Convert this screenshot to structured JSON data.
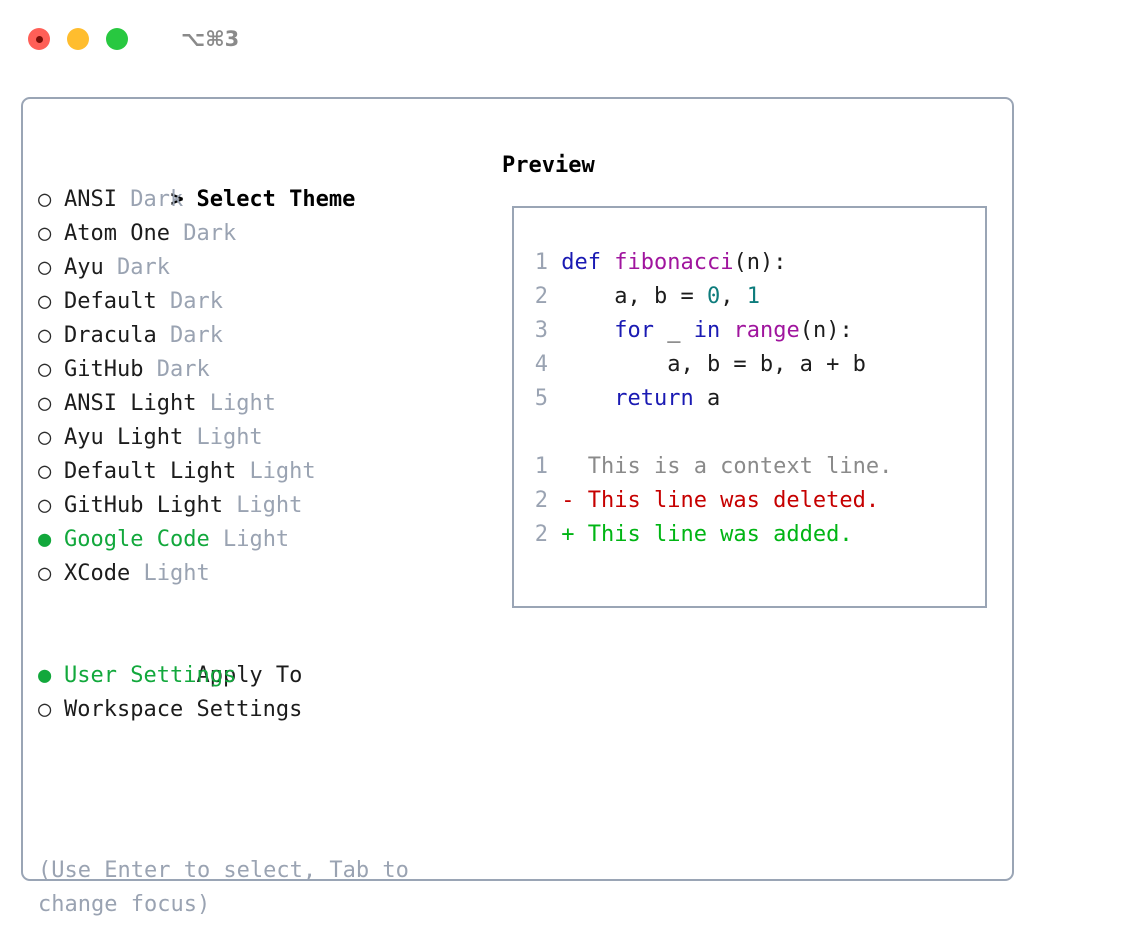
{
  "window": {
    "shortcut": "⌥⌘3",
    "traffic_lights": [
      {
        "name": "close",
        "color": "#ff5f57"
      },
      {
        "name": "minimize",
        "color": "#ffbd2e"
      },
      {
        "name": "maximize",
        "color": "#28c840"
      }
    ]
  },
  "colors": {
    "accent_green": "#12a83c",
    "muted": "#9aa3b2",
    "border": "#9aa5b5",
    "keyword": "#1a1ab3",
    "function": "#a0159e",
    "number": "#0d7c7c",
    "diff_added": "#00b514",
    "diff_deleted": "#c60000",
    "diff_context": "#8a8a8a"
  },
  "theme_section": {
    "prefix": "> ",
    "heading": "Select Theme",
    "bullet_selected": "●",
    "bullet_unselected": "○",
    "items": [
      {
        "name": "ANSI",
        "kind": "Dark",
        "selected": false
      },
      {
        "name": "Atom One",
        "kind": "Dark",
        "selected": false
      },
      {
        "name": "Ayu",
        "kind": "Dark",
        "selected": false
      },
      {
        "name": "Default",
        "kind": "Dark",
        "selected": false
      },
      {
        "name": "Dracula",
        "kind": "Dark",
        "selected": false
      },
      {
        "name": "GitHub",
        "kind": "Dark",
        "selected": false
      },
      {
        "name": "ANSI Light",
        "kind": "Light",
        "selected": false
      },
      {
        "name": "Ayu Light",
        "kind": "Light",
        "selected": false
      },
      {
        "name": "Default Light",
        "kind": "Light",
        "selected": false
      },
      {
        "name": "GitHub Light",
        "kind": "Light",
        "selected": false
      },
      {
        "name": "Google Code",
        "kind": "Light",
        "selected": true
      },
      {
        "name": "XCode",
        "kind": "Light",
        "selected": false
      }
    ]
  },
  "apply_section": {
    "heading": "Apply To",
    "items": [
      {
        "name": "User Settings",
        "selected": true
      },
      {
        "name": "Workspace Settings",
        "selected": false
      }
    ]
  },
  "help": {
    "line1": "(Use Enter to select, Tab to",
    "line2": "change focus)"
  },
  "preview": {
    "heading": "Preview",
    "code_lines": [
      {
        "no": "1",
        "tokens": [
          {
            "t": "def ",
            "c": "kw"
          },
          {
            "t": "fibonacci",
            "c": "fn"
          },
          {
            "t": "(n):",
            "c": "pl"
          }
        ]
      },
      {
        "no": "2",
        "tokens": [
          {
            "t": "    a, b = ",
            "c": "pl"
          },
          {
            "t": "0",
            "c": "num"
          },
          {
            "t": ", ",
            "c": "pl"
          },
          {
            "t": "1",
            "c": "num"
          }
        ]
      },
      {
        "no": "3",
        "tokens": [
          {
            "t": "    ",
            "c": "pl"
          },
          {
            "t": "for",
            "c": "kw"
          },
          {
            "t": " _ ",
            "c": "pl"
          },
          {
            "t": "in",
            "c": "kw"
          },
          {
            "t": " ",
            "c": "pl"
          },
          {
            "t": "range",
            "c": "fn"
          },
          {
            "t": "(n):",
            "c": "pl"
          }
        ]
      },
      {
        "no": "4",
        "tokens": [
          {
            "t": "        a, b = b, a + b",
            "c": "pl"
          }
        ]
      },
      {
        "no": "5",
        "tokens": [
          {
            "t": "    ",
            "c": "pl"
          },
          {
            "t": "return",
            "c": "kw"
          },
          {
            "t": " a",
            "c": "pl"
          }
        ]
      }
    ],
    "diff_lines": [
      {
        "no": "1",
        "text": "  This is a context line.",
        "kind": "ctx"
      },
      {
        "no": "2",
        "text": "- This line was deleted.",
        "kind": "del"
      },
      {
        "no": "2",
        "text": "+ This line was added.",
        "kind": "add"
      }
    ]
  }
}
